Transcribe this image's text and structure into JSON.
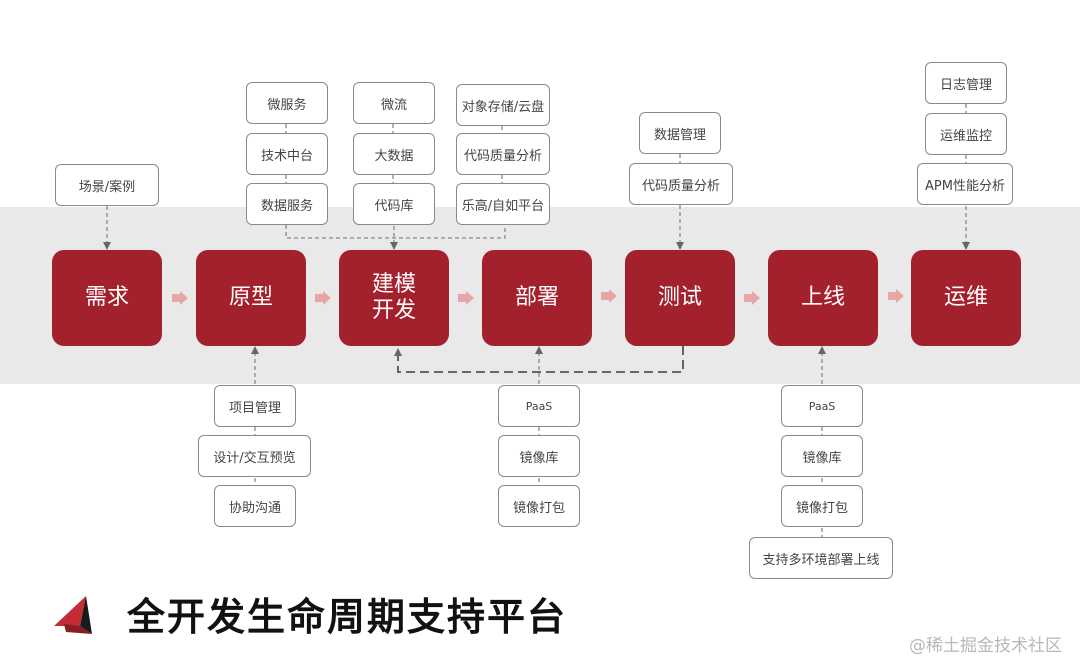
{
  "stages": [
    {
      "label": "需求"
    },
    {
      "label": "原型"
    },
    {
      "label": "建模开发"
    },
    {
      "label": "部署"
    },
    {
      "label": "测试"
    },
    {
      "label": "上线"
    },
    {
      "label": "运维"
    }
  ],
  "inputs": {
    "demand": [
      "场景/案例"
    ],
    "modeling_a": [
      "微服务",
      "技术中台",
      "数据服务"
    ],
    "modeling_b": [
      "微流",
      "大数据",
      "代码库"
    ],
    "modeling_c": [
      "对象存储/云盘",
      "代码质量分析",
      "乐高/自如平台"
    ],
    "testing": [
      "数据管理",
      "代码质量分析"
    ],
    "ops": [
      "日志管理",
      "运维监控",
      "APM性能分析"
    ]
  },
  "supports": {
    "prototype": [
      "项目管理",
      "设计/交互预览",
      "协助沟通"
    ],
    "deploy": [
      "PaaS",
      "镜像库",
      "镜像打包"
    ],
    "launch": [
      "PaaS",
      "镜像库",
      "镜像打包",
      "支持多环境部署上线"
    ]
  },
  "title": "全开发生命周期支持平台",
  "watermark": "@稀土掘金技术社区",
  "colors": {
    "stage": "#a3212c",
    "arrow": "#e8a5a5",
    "band": "#e9e9e9"
  }
}
